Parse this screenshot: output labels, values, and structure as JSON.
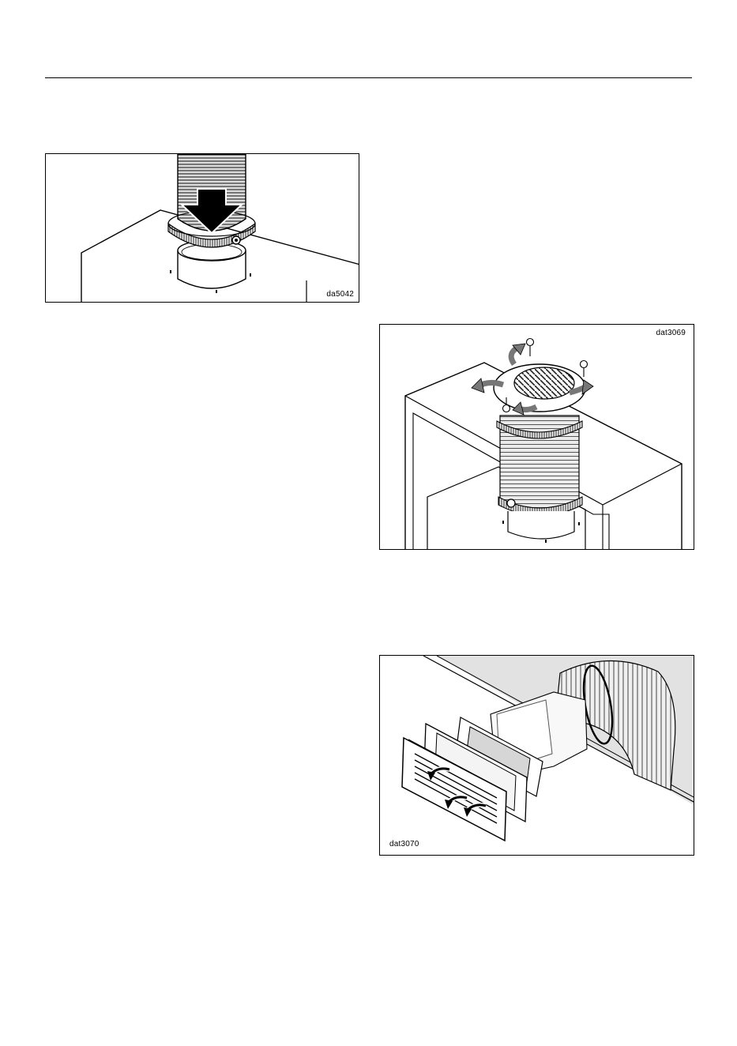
{
  "figures": [
    {
      "label": "da5042"
    },
    {
      "label": "dat3069"
    },
    {
      "label": "dat3070"
    }
  ]
}
